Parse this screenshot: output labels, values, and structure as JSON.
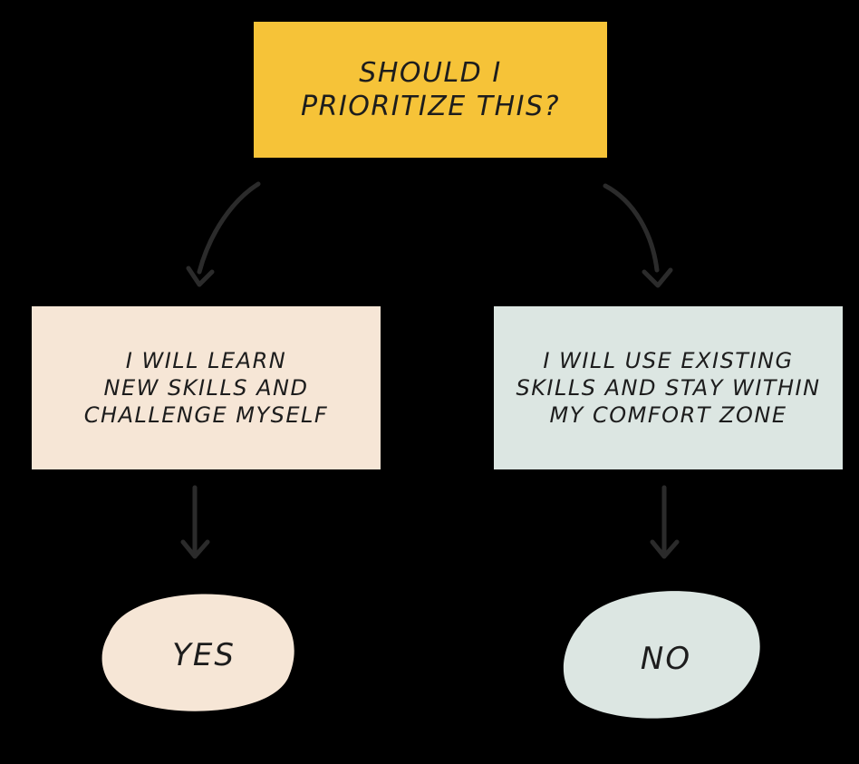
{
  "question": "SHOULD I\nPRIORITIZE THIS?",
  "yes_branch": {
    "statement": "I WILL LEARN\nNEW SKILLS AND\nCHALLENGE MYSELF",
    "answer": "YES"
  },
  "no_branch": {
    "statement": "I WILL USE EXISTING\nSKILLS AND STAY WITHIN\nMY COMFORT ZONE",
    "answer": "NO"
  },
  "colors": {
    "background": "#000000",
    "question_fill": "#f6c338",
    "yes_fill": "#f6e6d6",
    "no_fill": "#dce6e2",
    "ink": "#2b2b2b"
  }
}
